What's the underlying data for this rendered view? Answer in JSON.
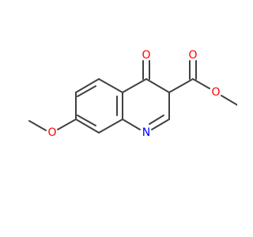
{
  "molecule": {
    "atom_labels": {
      "keto_oxygen": "O",
      "ester_carbonyl_oxygen": "O",
      "ester_ether_oxygen": "O",
      "ring_nitrogen": "N",
      "methoxy_oxygen": "O"
    },
    "colors": {
      "bond": "#404040",
      "oxygen": "#ff0000",
      "nitrogen": "#0000ff",
      "background": "#ffffff"
    }
  }
}
